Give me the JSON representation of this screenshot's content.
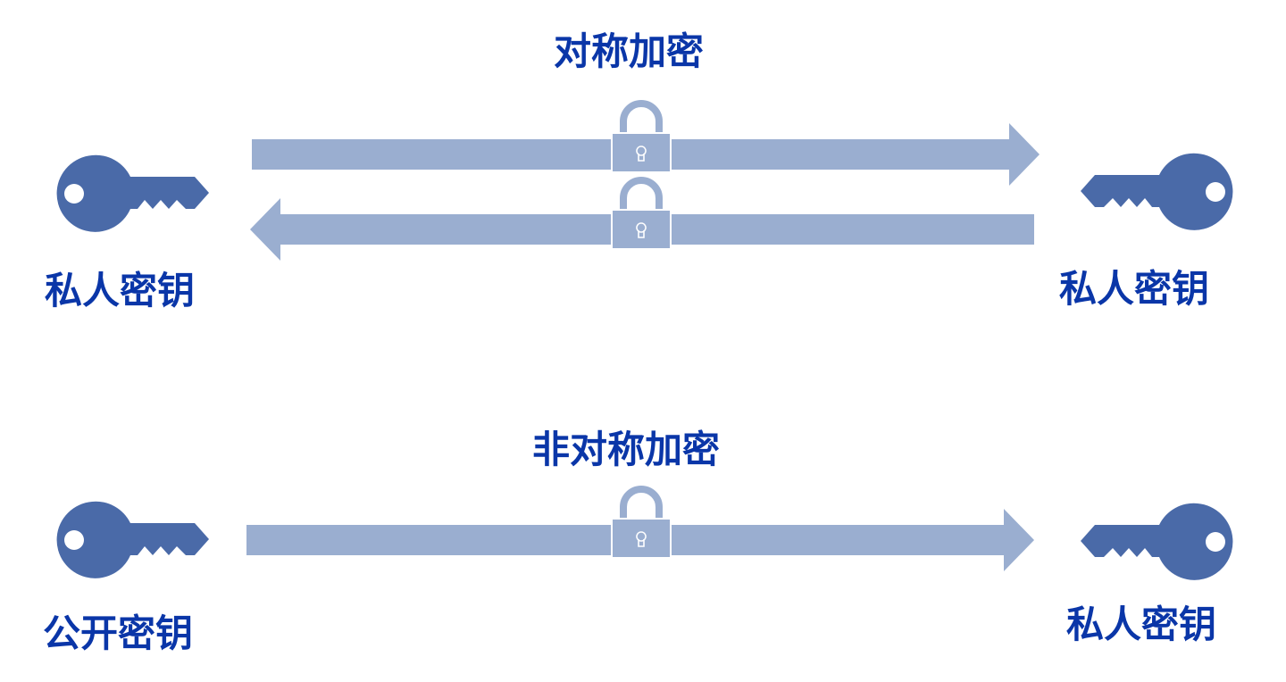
{
  "colors": {
    "text": "#0a36a8",
    "key": "#4a6aa8",
    "arrow": "#9aaed0",
    "lock": "#9aaed0",
    "background": "#ffffff"
  },
  "symmetric": {
    "title": "对称加密",
    "left_key": {
      "icon": "key-icon",
      "label": "私人密钥"
    },
    "right_key": {
      "icon": "key-icon",
      "label": "私人密钥"
    },
    "arrows": [
      {
        "direction": "right",
        "lock": true
      },
      {
        "direction": "left",
        "lock": true
      }
    ]
  },
  "asymmetric": {
    "title": "非对称加密",
    "left_key": {
      "icon": "key-icon",
      "label": "公开密钥"
    },
    "right_key": {
      "icon": "key-icon",
      "label": "私人密钥"
    },
    "arrows": [
      {
        "direction": "right",
        "lock": true
      }
    ]
  }
}
